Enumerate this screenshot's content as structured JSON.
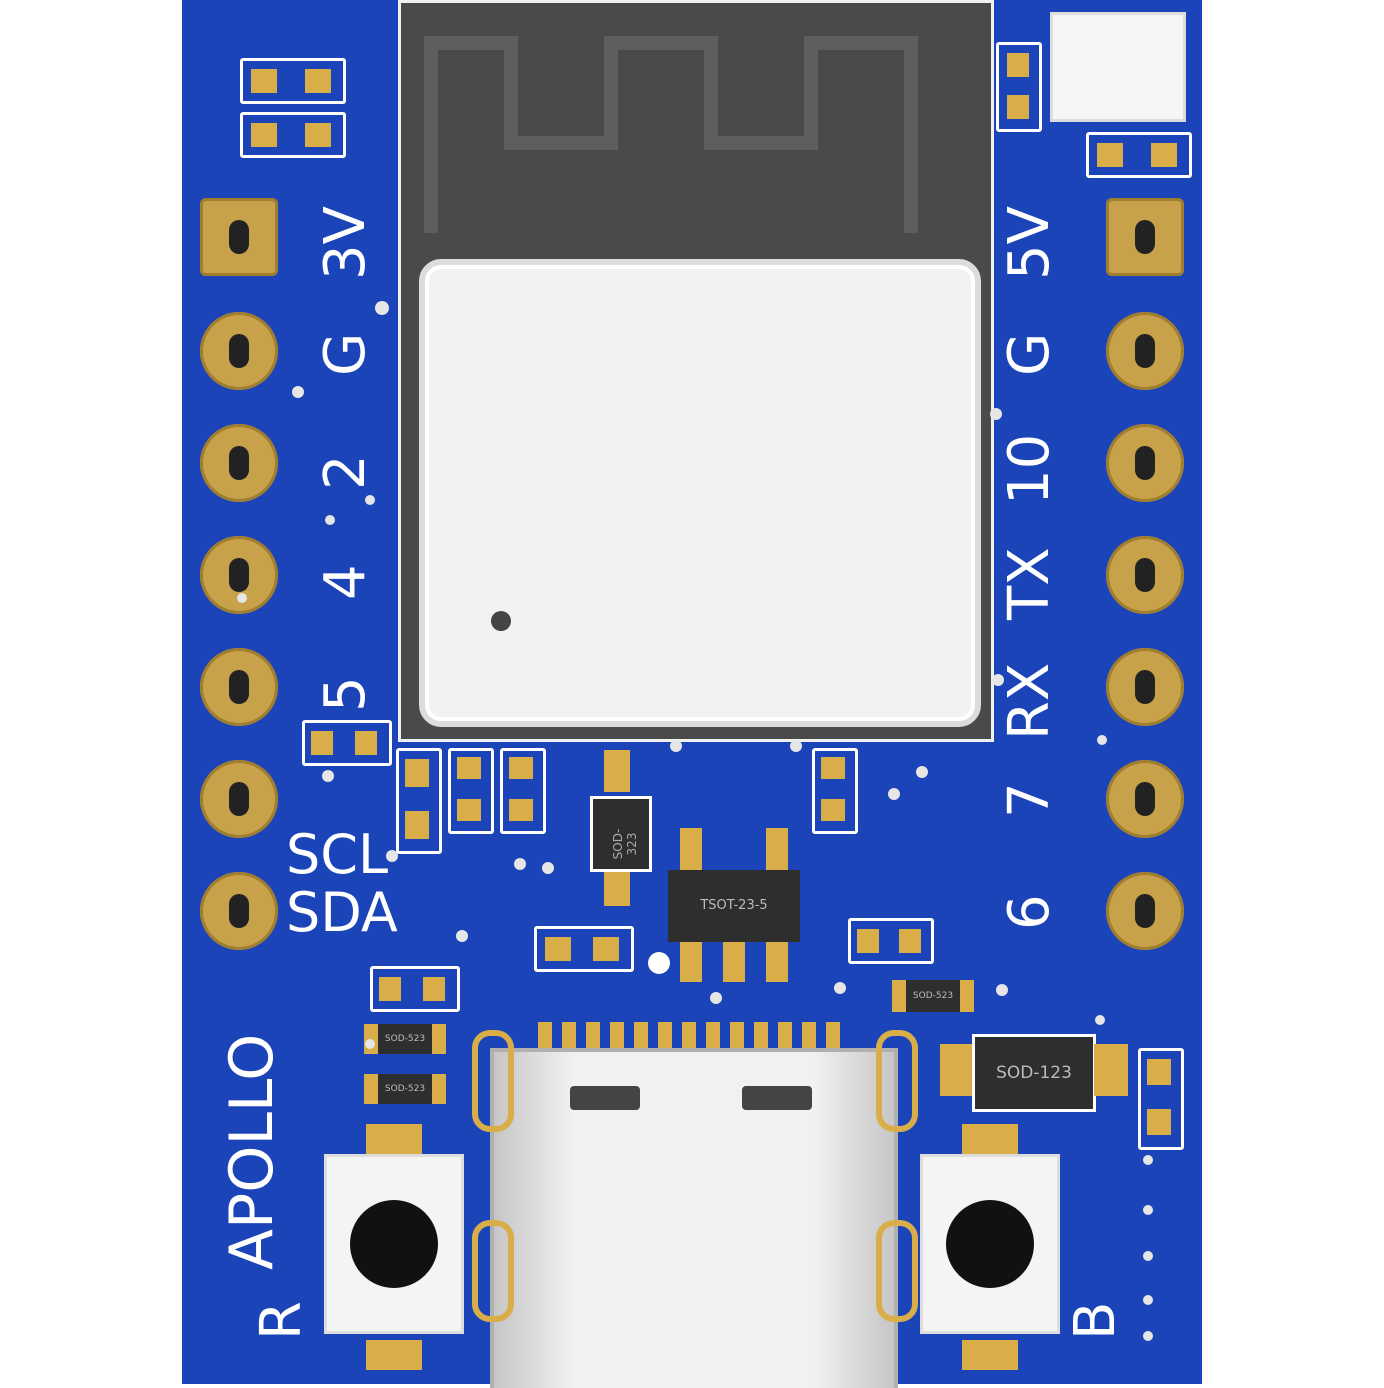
{
  "board": {
    "brand": "APOLLO",
    "left_labels": [
      "3V",
      "G",
      "2",
      "4",
      "5",
      "SCL",
      "SDA"
    ],
    "right_labels": [
      "5V",
      "G",
      "10",
      "TX",
      "RX",
      "7",
      "6"
    ],
    "button_labels": {
      "left": "R",
      "right": "B"
    },
    "chips": {
      "diode_small_1": "SOD-323",
      "regulator": "TSOT-23-5",
      "diode_tiny_1": "SOD-523",
      "diode_tiny_2": "SOD-523",
      "diode_tiny_3": "SOD-523",
      "diode_big": "SOD-123"
    }
  },
  "colors": {
    "pcb": "#1a44b8",
    "copper": "#c7a24a",
    "silkscreen": "#ffffff",
    "module": "#4a4a4a",
    "shield": "#f2f2f2"
  }
}
